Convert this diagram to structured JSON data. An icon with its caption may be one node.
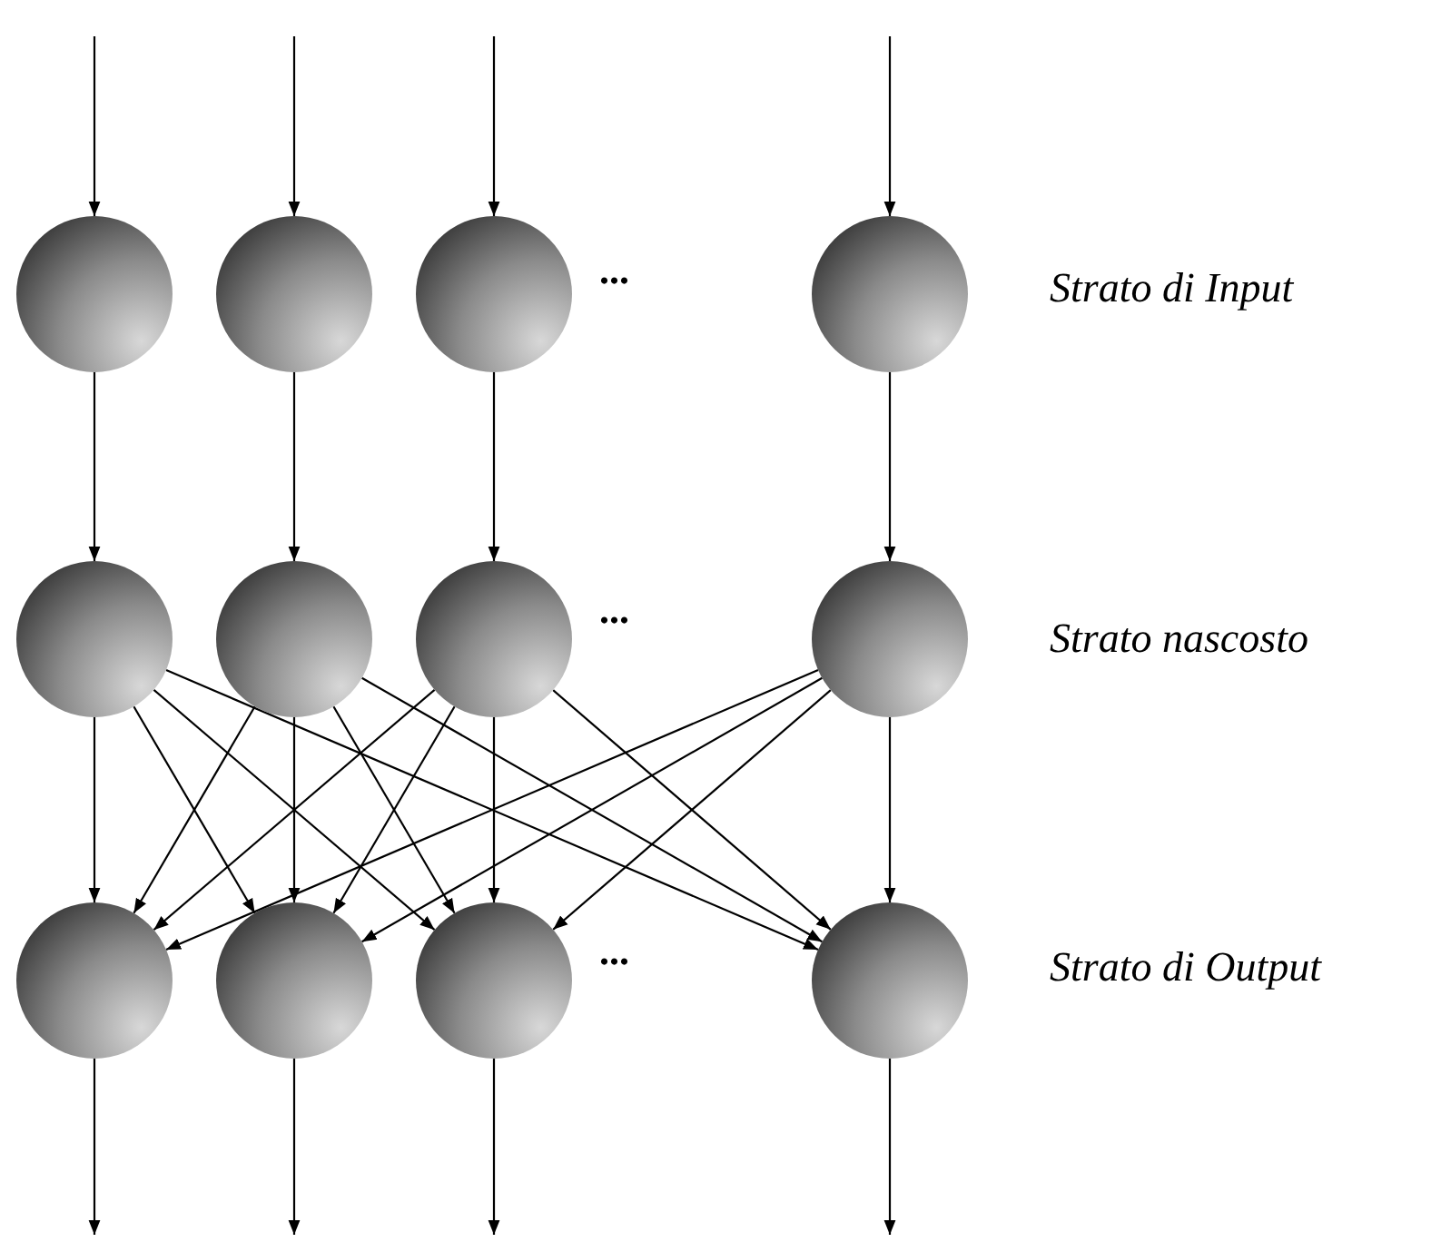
{
  "diagram": {
    "nodes": [
      {
        "text": [],
        "shape": "circle"
      },
      {
        "text": [],
        "shape": "circle"
      },
      {
        "text": [],
        "shape": "circle"
      },
      {
        "text": [],
        "shape": "circle"
      },
      {
        "text": [],
        "shape": "circle"
      },
      {
        "text": [],
        "shape": "circle"
      },
      {
        "text": [],
        "shape": "circle"
      },
      {
        "text": [],
        "shape": "circle"
      },
      {
        "text": [],
        "shape": "circle"
      },
      {
        "text": [],
        "shape": "circle"
      },
      {
        "text": [],
        "shape": "circle"
      },
      {
        "text": [],
        "shape": "circle"
      }
    ],
    "edges": [
      {
        "from": null,
        "to": 0,
        "arrow": "to"
      },
      {
        "from": null,
        "to": 1,
        "arrow": "to"
      },
      {
        "from": null,
        "to": 2,
        "arrow": "to"
      },
      {
        "from": null,
        "to": 3,
        "arrow": "to"
      },
      {
        "from": 0,
        "to": 4,
        "arrow": "to"
      },
      {
        "from": 1,
        "to": 5,
        "arrow": "to"
      },
      {
        "from": 2,
        "to": 6,
        "arrow": "to"
      },
      {
        "from": 3,
        "to": 7,
        "arrow": "to"
      },
      {
        "from": 4,
        "to": 8,
        "arrow": "to"
      },
      {
        "from": 4,
        "to": 9,
        "arrow": "to"
      },
      {
        "from": 4,
        "to": 10,
        "arrow": "to"
      },
      {
        "from": 4,
        "to": 11,
        "arrow": "to"
      },
      {
        "from": 5,
        "to": 8,
        "arrow": "to"
      },
      {
        "from": 5,
        "to": 9,
        "arrow": "to"
      },
      {
        "from": 5,
        "to": 10,
        "arrow": "to"
      },
      {
        "from": 5,
        "to": 11,
        "arrow": "to"
      },
      {
        "from": 6,
        "to": 8,
        "arrow": "to"
      },
      {
        "from": 6,
        "to": 9,
        "arrow": "to"
      },
      {
        "from": 6,
        "to": 10,
        "arrow": "to"
      },
      {
        "from": 6,
        "to": 11,
        "arrow": "to"
      },
      {
        "from": 7,
        "to": 8,
        "arrow": "to"
      },
      {
        "from": 7,
        "to": 9,
        "arrow": "to"
      },
      {
        "from": 7,
        "to": 10,
        "arrow": "to"
      },
      {
        "from": 7,
        "to": 11,
        "arrow": "to"
      },
      {
        "from": 8,
        "to": null,
        "arrow": "to"
      },
      {
        "from": 9,
        "to": null,
        "arrow": "to"
      },
      {
        "from": 10,
        "to": null,
        "arrow": "to"
      },
      {
        "from": 11,
        "to": null,
        "arrow": "to"
      }
    ],
    "labels": [
      "...",
      "Strato di Input",
      "...",
      "Strato nascosto",
      "...",
      "Strato di Output"
    ]
  }
}
